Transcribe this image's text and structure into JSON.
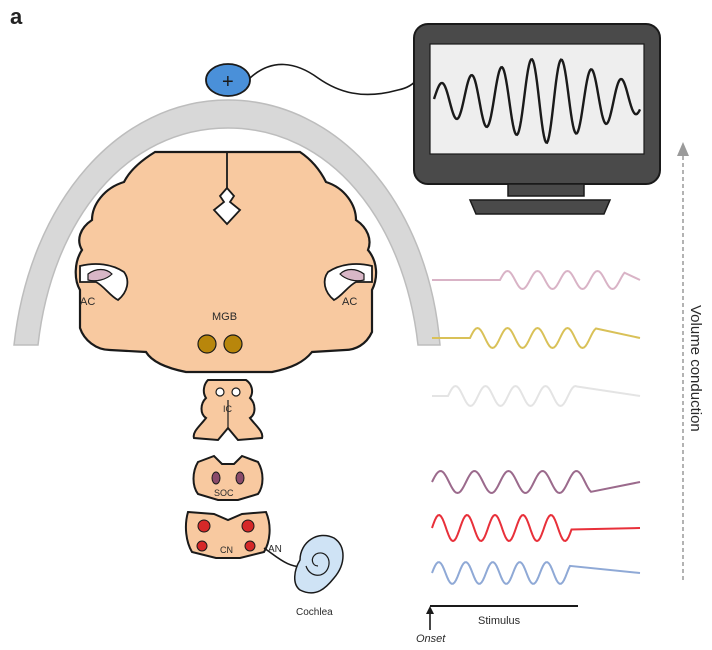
{
  "panel_label": "a",
  "electrode_symbol": "+",
  "labels": {
    "ac_left": "AC",
    "ac_right": "AC",
    "mgb": "MGB",
    "ic": "IC",
    "soc": "SOC",
    "cn": "CN",
    "an": "AN",
    "cochlea": "Cochlea",
    "volume_conduction": "Volume conduction",
    "stimulus": "Stimulus",
    "onset": "Onset"
  },
  "colors": {
    "brain_tissue": "#f8c9a0",
    "skull": "#d8d8d8",
    "mgb_nuclei": "#b8860b",
    "electrode": "#4a90d9",
    "cochlea": "#cfe3f5",
    "monitor_frame": "#3a3a3a",
    "monitor_screen": "#eeeeee",
    "auditory_cortex": "#d8b6c6"
  },
  "waves": [
    {
      "name": "trace-ac",
      "color": "#d9b3c6"
    },
    {
      "name": "trace-mgb",
      "color": "#d9c158"
    },
    {
      "name": "trace-ic",
      "color": "#e4e4e4"
    },
    {
      "name": "trace-soc",
      "color": "#9b6a8c"
    },
    {
      "name": "trace-cn",
      "color": "#e8303a"
    },
    {
      "name": "trace-an",
      "color": "#8fa9d6"
    }
  ]
}
